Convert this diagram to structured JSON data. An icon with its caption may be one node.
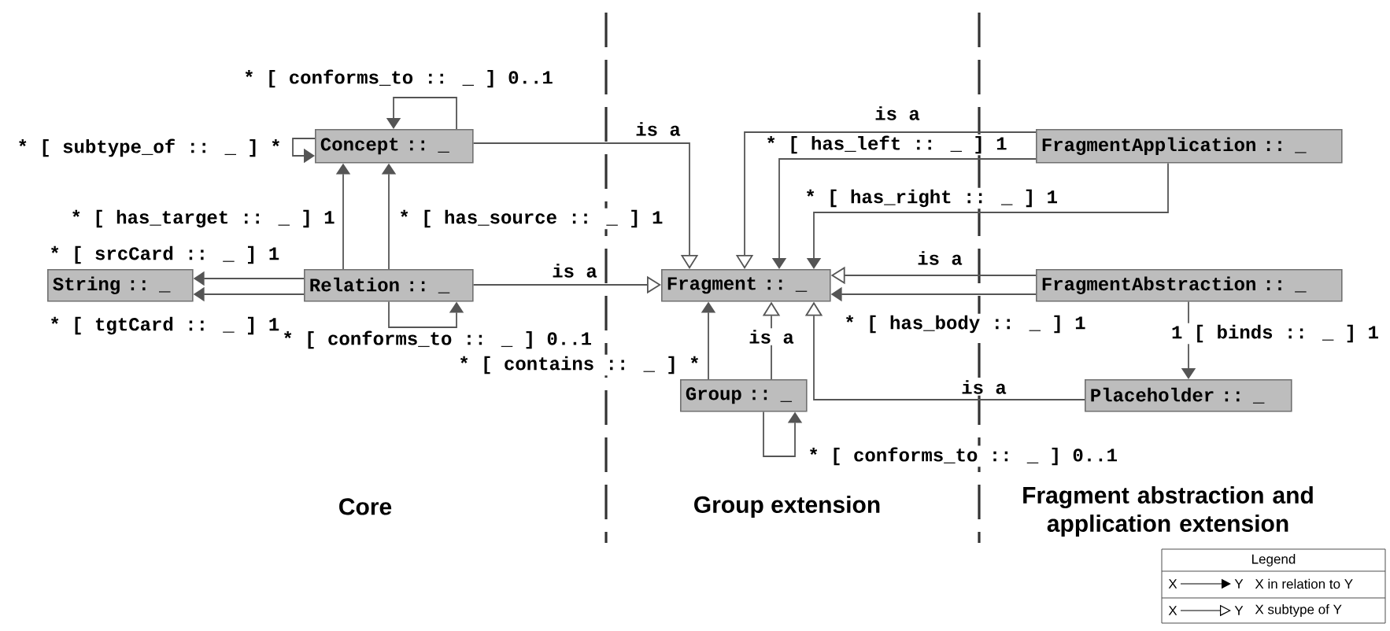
{
  "diagram": {
    "nodes": [
      {
        "text": [
          "Concept :: _"
        ]
      },
      {
        "text": [
          "FragmentApplication :: _"
        ]
      },
      {
        "text": [
          "String :: _"
        ]
      },
      {
        "text": [
          "Relation :: _"
        ]
      },
      {
        "text": [
          "Fragment :: _"
        ]
      },
      {
        "text": [
          "FragmentAbstraction :: _"
        ]
      },
      {
        "text": [
          "Group :: _"
        ]
      },
      {
        "text": [
          "Placeholder :: _"
        ]
      }
    ],
    "edges": [
      {
        "from": 0,
        "to": 0,
        "arrow": "to",
        "label": "* [ conforms_to :: _ ] 0..1"
      },
      {
        "from": 0,
        "to": 0,
        "arrow": "to",
        "label": "* [ subtype_of :: _ ] *"
      },
      {
        "from": 3,
        "to": 0,
        "arrow": "to",
        "label": "* [ has_target :: _ ] 1"
      },
      {
        "from": 3,
        "to": 0,
        "arrow": "to",
        "label": "* [ has_source :: _ ] 1"
      },
      {
        "from": 3,
        "to": 2,
        "arrow": "to",
        "label": "* [ srcCard :: _ ] 1"
      },
      {
        "from": 3,
        "to": 2,
        "arrow": "to",
        "label": "* [ tgtCard :: _ ] 1"
      },
      {
        "from": 3,
        "to": 3,
        "arrow": "to",
        "label": "* [ conforms_to :: _ ] 0..1"
      },
      {
        "from": 3,
        "to": 4,
        "arrow": "to",
        "label": "is a"
      },
      {
        "from": 0,
        "to": 4,
        "arrow": "to",
        "label": "is a"
      },
      {
        "from": 1,
        "to": 4,
        "arrow": "to",
        "label": "is a"
      },
      {
        "from": 1,
        "to": 4,
        "arrow": "to",
        "label": "* [ has_left :: _ ] 1"
      },
      {
        "from": 1,
        "to": 4,
        "arrow": "to",
        "label": "* [ has_right :: _ ] 1"
      },
      {
        "from": 5,
        "to": 4,
        "arrow": "to",
        "label": "is a"
      },
      {
        "from": 5,
        "to": 4,
        "arrow": "to",
        "label": "* [ has_body :: _ ] 1"
      },
      {
        "from": 5,
        "to": 7,
        "arrow": "to",
        "label": "1 [ binds :: _ ] 1"
      },
      {
        "from": 7,
        "to": 4,
        "arrow": "to",
        "label": "is a"
      },
      {
        "from": 6,
        "to": 4,
        "arrow": "to",
        "label": "is a"
      },
      {
        "from": 6,
        "to": 4,
        "arrow": "to",
        "label": "* [ contains :: _ ] *"
      },
      {
        "from": 6,
        "to": 6,
        "arrow": "to",
        "label": "* [ conforms_to :: _ ] 0..1"
      }
    ],
    "labels": [
      "Core",
      "Group extension",
      "Fragment abstraction and application extension",
      "Legend",
      "X",
      "Y",
      "X",
      "Y"
    ],
    "legend": [
      {
        "text": "X in relation to Y"
      },
      {
        "text": "X subtype of Y"
      }
    ]
  }
}
